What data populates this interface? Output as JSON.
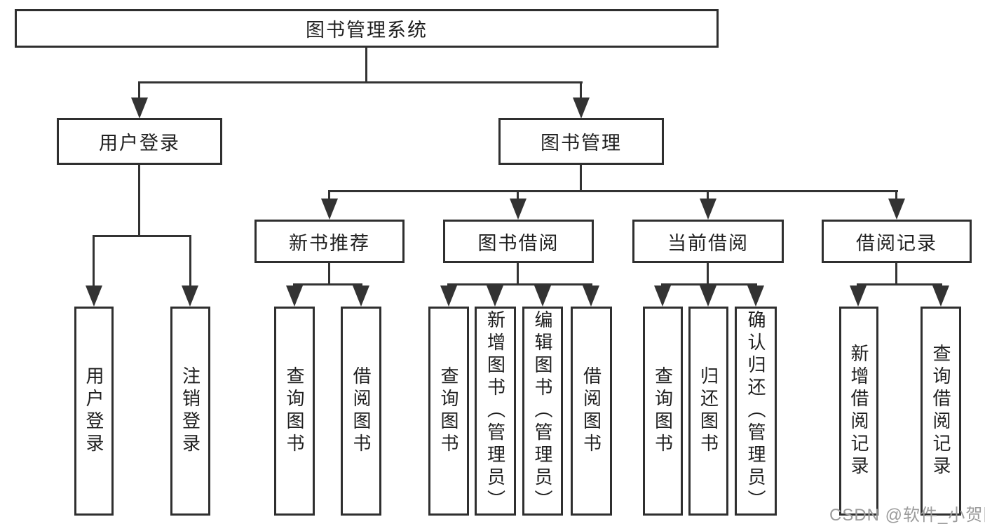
{
  "diagram": {
    "type": "tree",
    "root": {
      "label": "图书管理系统"
    },
    "level2": [
      {
        "label": "用户登录",
        "parent": "图书管理系统"
      },
      {
        "label": "图书管理",
        "parent": "图书管理系统"
      }
    ],
    "level3": [
      {
        "label": "新书推荐",
        "parent": "图书管理"
      },
      {
        "label": "图书借阅",
        "parent": "图书管理"
      },
      {
        "label": "当前借阅",
        "parent": "图书管理"
      },
      {
        "label": "借阅记录",
        "parent": "图书管理"
      }
    ],
    "leaves": [
      {
        "label": "用户登录",
        "parent": "用户登录"
      },
      {
        "label": "注销登录",
        "parent": "用户登录"
      },
      {
        "label": "查询图书",
        "parent": "新书推荐"
      },
      {
        "label": "借阅图书",
        "parent": "新书推荐"
      },
      {
        "label": "查询图书",
        "parent": "图书借阅"
      },
      {
        "label": "新增图书（管理员）",
        "parent": "图书借阅"
      },
      {
        "label": "编辑图书（管理员）",
        "parent": "图书借阅"
      },
      {
        "label": "借阅图书",
        "parent": "图书借阅"
      },
      {
        "label": "查询图书",
        "parent": "当前借阅"
      },
      {
        "label": "归还图书",
        "parent": "当前借阅"
      },
      {
        "label": "确认归还（管理员）",
        "parent": "当前借阅"
      },
      {
        "label": "新增借阅记录",
        "parent": "借阅记录"
      },
      {
        "label": "查询借阅记录",
        "parent": "借阅记录"
      }
    ],
    "colors": {
      "line": "#333333",
      "box_border": "#2f2f2f",
      "box_fill": "#ffffff",
      "text": "#1f1f1f",
      "watermark": "#9b9b9b"
    }
  },
  "watermark": {
    "text": "CSDN @软件_小贺同学"
  }
}
